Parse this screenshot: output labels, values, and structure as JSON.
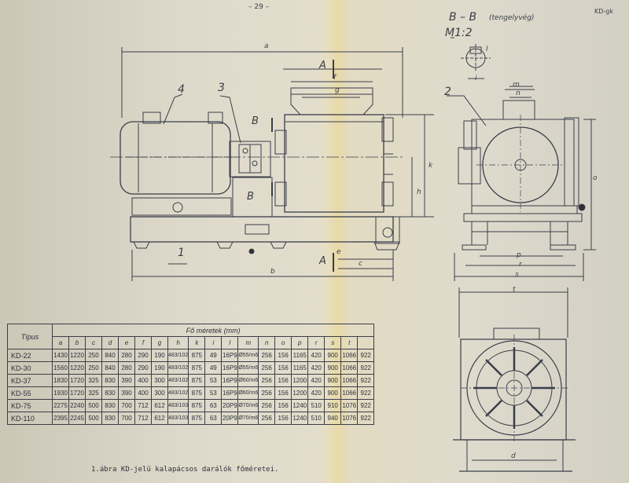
{
  "page": {
    "number": "– 29 –",
    "code": "KD-gk"
  },
  "section": {
    "title": "B – B",
    "note": "(tengelyvég)",
    "scale": "M1:2"
  },
  "labels": {
    "part1": "1",
    "part2": "2",
    "part3": "3",
    "part4": "4",
    "sectionA_top": "A",
    "sectionA_bottom": "A",
    "sectionB_top": "B",
    "sectionB_bottom": "B",
    "dim": [
      "a",
      "b",
      "c",
      "d",
      "e",
      "f",
      "g",
      "h",
      "i",
      "k",
      "l",
      "m",
      "n",
      "o",
      "p",
      "r",
      "s",
      "t"
    ]
  },
  "caption": "1.ábra KD-jelü kalapácsos darálók főméretei.",
  "table": {
    "type_header": "Típus",
    "group_header": "Fő méretek (mm)",
    "columns": [
      "a",
      "b",
      "c",
      "d",
      "e",
      "f",
      "g",
      "h",
      "k",
      "i",
      "l",
      "m",
      "n",
      "o",
      "p",
      "r",
      "s",
      "t"
    ],
    "rows": [
      {
        "type": "KD-22",
        "cells": [
          "1430",
          "1220",
          "250",
          "840",
          "280",
          "290",
          "190",
          "483/102",
          "875",
          "49",
          "16P9",
          "Ø55/m6",
          "256",
          "156",
          "1165",
          "420",
          "900",
          "1066",
          "922"
        ]
      },
      {
        "type": "KD-30",
        "cells": [
          "1560",
          "1220",
          "250",
          "840",
          "280",
          "290",
          "190",
          "483/102",
          "875",
          "49",
          "16P9",
          "Ø55/m6",
          "256",
          "156",
          "1165",
          "420",
          "900",
          "1066",
          "922"
        ]
      },
      {
        "type": "KD-37",
        "cells": [
          "1830",
          "1720",
          "325",
          "830",
          "390",
          "400",
          "300",
          "483/102",
          "875",
          "53",
          "16P9",
          "Ø60/m6",
          "256",
          "156",
          "1200",
          "420",
          "900",
          "1066",
          "922"
        ]
      },
      {
        "type": "KD-55",
        "cells": [
          "1930",
          "1720",
          "325",
          "830",
          "390",
          "400",
          "300",
          "483/102",
          "875",
          "53",
          "16P9",
          "Ø60/m6",
          "256",
          "156",
          "1200",
          "420",
          "900",
          "1066",
          "922"
        ]
      },
      {
        "type": "KD-75",
        "cells": [
          "2275",
          "2240",
          "500",
          "830",
          "700",
          "712",
          "612",
          "483/103",
          "875",
          "63",
          "20P9",
          "Ø70/m6",
          "256",
          "156",
          "1240",
          "510",
          "910",
          "1076",
          "922"
        ]
      },
      {
        "type": "KD-110",
        "cells": [
          "2395",
          "2245",
          "500",
          "830",
          "700",
          "712",
          "612",
          "483/103",
          "875",
          "63",
          "20P9",
          "Ø70/m6",
          "256",
          "156",
          "1240",
          "510",
          "940",
          "1076",
          "922"
        ]
      }
    ]
  }
}
